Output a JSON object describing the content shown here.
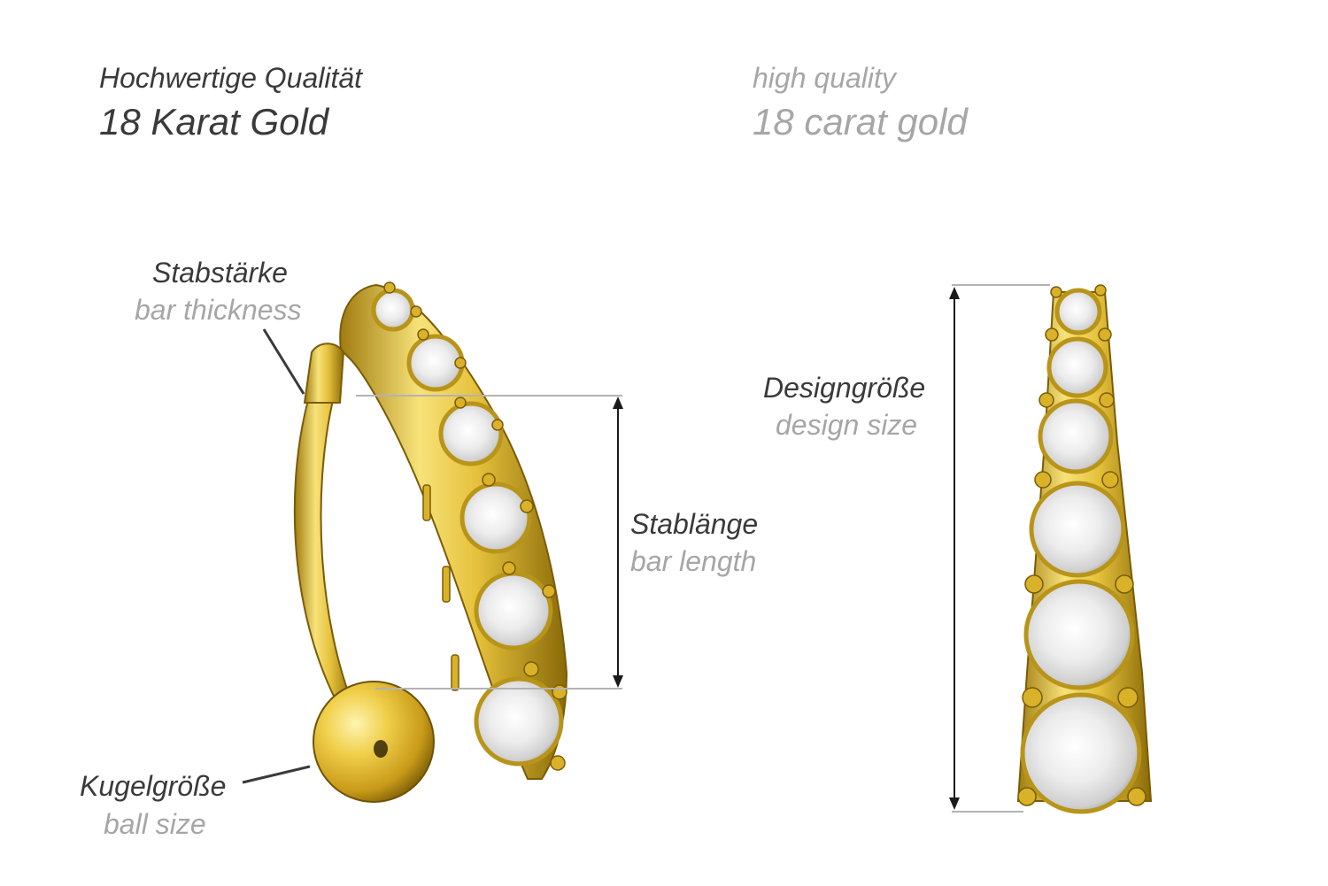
{
  "header": {
    "de_line1": "Hochwertige Qualität",
    "de_line2": "18 Karat Gold",
    "en_line1": "high quality",
    "en_line2": "18 carat gold"
  },
  "labels": {
    "bar_thickness": {
      "de": "Stabstärke",
      "en": "bar thickness"
    },
    "bar_length": {
      "de": "Stablänge",
      "en": "bar length"
    },
    "ball_size": {
      "de": "Kugelgröße",
      "en": "ball size"
    },
    "design_size": {
      "de": "Designgröße",
      "en": "design size"
    }
  },
  "colors": {
    "gold_light": "#f7e27a",
    "gold": "#d9b22a",
    "gold_dark": "#8a6a08",
    "stone": "#e9e9e9",
    "text_dark": "#3a3a3a",
    "text_light": "#a6a6a6",
    "guide": "#b3b3b3"
  }
}
